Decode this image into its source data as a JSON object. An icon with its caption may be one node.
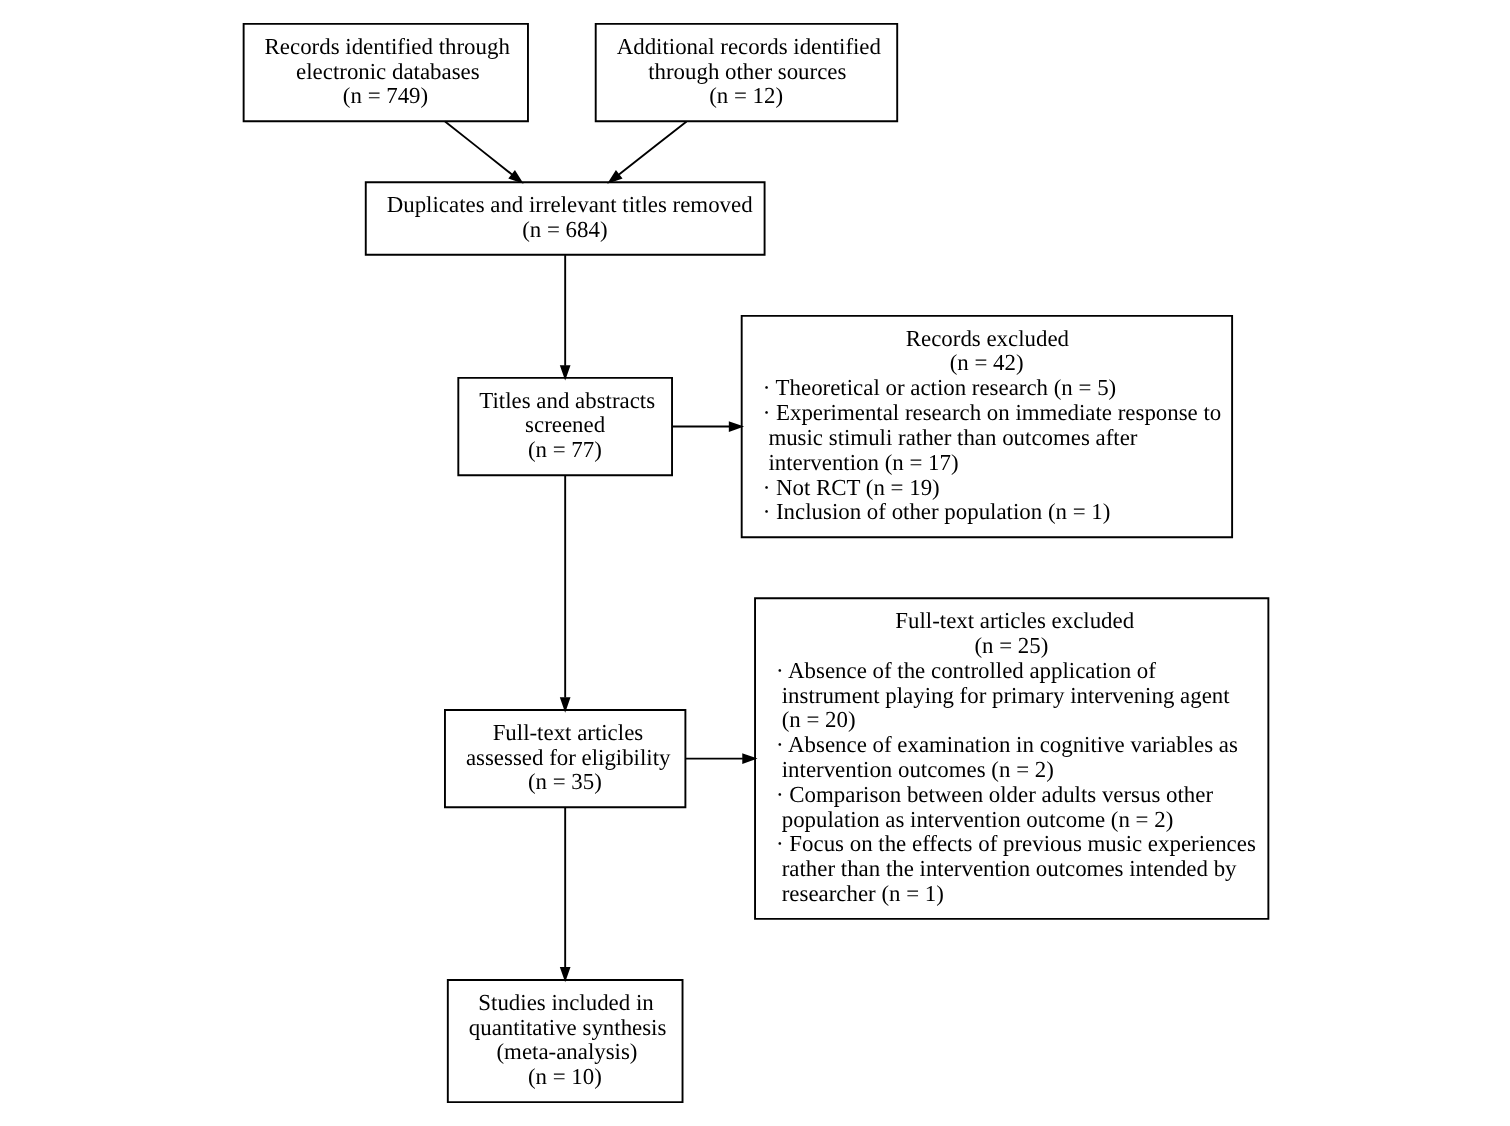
{
  "diagram": {
    "nodes": [
      {
        "text": [
          "Records identified through electronic databases",
          "(n = 749)"
        ]
      },
      {
        "text": [
          "Additional records identified through other sources",
          "(n = 12)"
        ]
      },
      {
        "text": [
          "Duplicates and irrelevant titles removed",
          "(n = 684)"
        ]
      },
      {
        "text": [
          "Titles and abstracts screened",
          "(n = 77)"
        ]
      },
      {
        "text": [
          "Records excluded",
          "(n = 42)",
          "· Theoretical or action research (n = 5)",
          "· Experimental research on immediate response to music stimuli rather than outcomes after intervention (n = 17)",
          "· Not RCT (n = 19)",
          "· Inclusion of other population (n = 1)"
        ]
      },
      {
        "text": [
          "Full-text articles assessed for eligibility",
          "(n = 35)"
        ]
      },
      {
        "text": [
          "Full-text articles excluded",
          "(n = 25)",
          "· Absence of the controlled application of instrument playing for primary intervening agent (n = 20)",
          "· Absence of examination in cognitive variables as intervention outcomes (n = 2)",
          "· Comparison between older adults versus other population as intervention outcome (n = 2)",
          "· Focus on the effects of previous music experiences rather than the intervention outcomes intended by researcher (n = 1)"
        ]
      },
      {
        "text": [
          "Studies included in quantitative synthesis (meta-analysis)",
          "(n = 10)"
        ]
      }
    ],
    "edges": [
      {
        "from": 0,
        "to": 2,
        "arrow": "to"
      },
      {
        "from": 1,
        "to": 2,
        "arrow": "to"
      },
      {
        "from": 2,
        "to": 3,
        "arrow": "to"
      },
      {
        "from": 3,
        "to": 4,
        "arrow": "to"
      },
      {
        "from": 3,
        "to": 5,
        "arrow": "to"
      },
      {
        "from": 5,
        "to": 6,
        "arrow": "to"
      },
      {
        "from": 5,
        "to": 7,
        "arrow": "to"
      }
    ]
  }
}
